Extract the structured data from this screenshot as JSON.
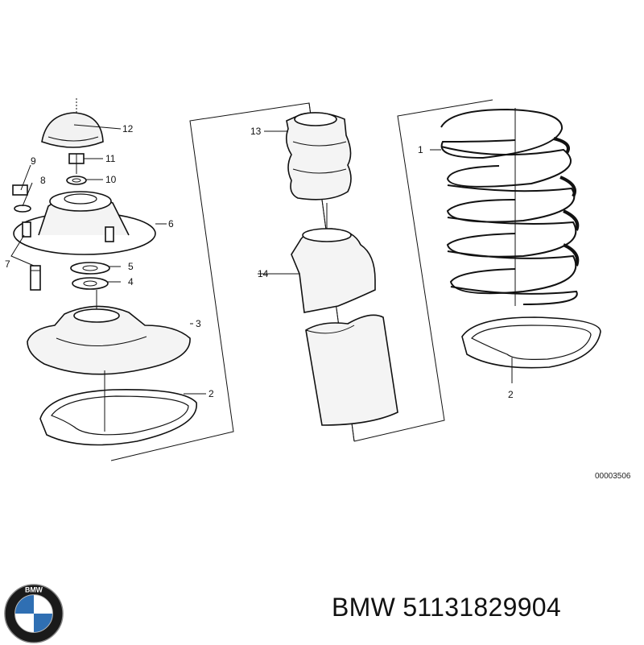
{
  "diagram": {
    "callouts": {
      "c1": "1",
      "c2a": "2",
      "c2b": "2",
      "c3": "3",
      "c4": "4",
      "c5": "5",
      "c6": "6",
      "c7": "7",
      "c8": "8",
      "c9": "9",
      "c10": "10",
      "c11": "11",
      "c12": "12",
      "c13": "13",
      "c14": "14"
    },
    "drawing_code": "00003506"
  },
  "brand": {
    "logo_letters": "BMW",
    "name": "BMW",
    "part_number": "51131829904"
  },
  "colors": {
    "line": "#111111",
    "logo_blue": "#2f6fb3",
    "logo_ring": "#1a1a1a"
  }
}
